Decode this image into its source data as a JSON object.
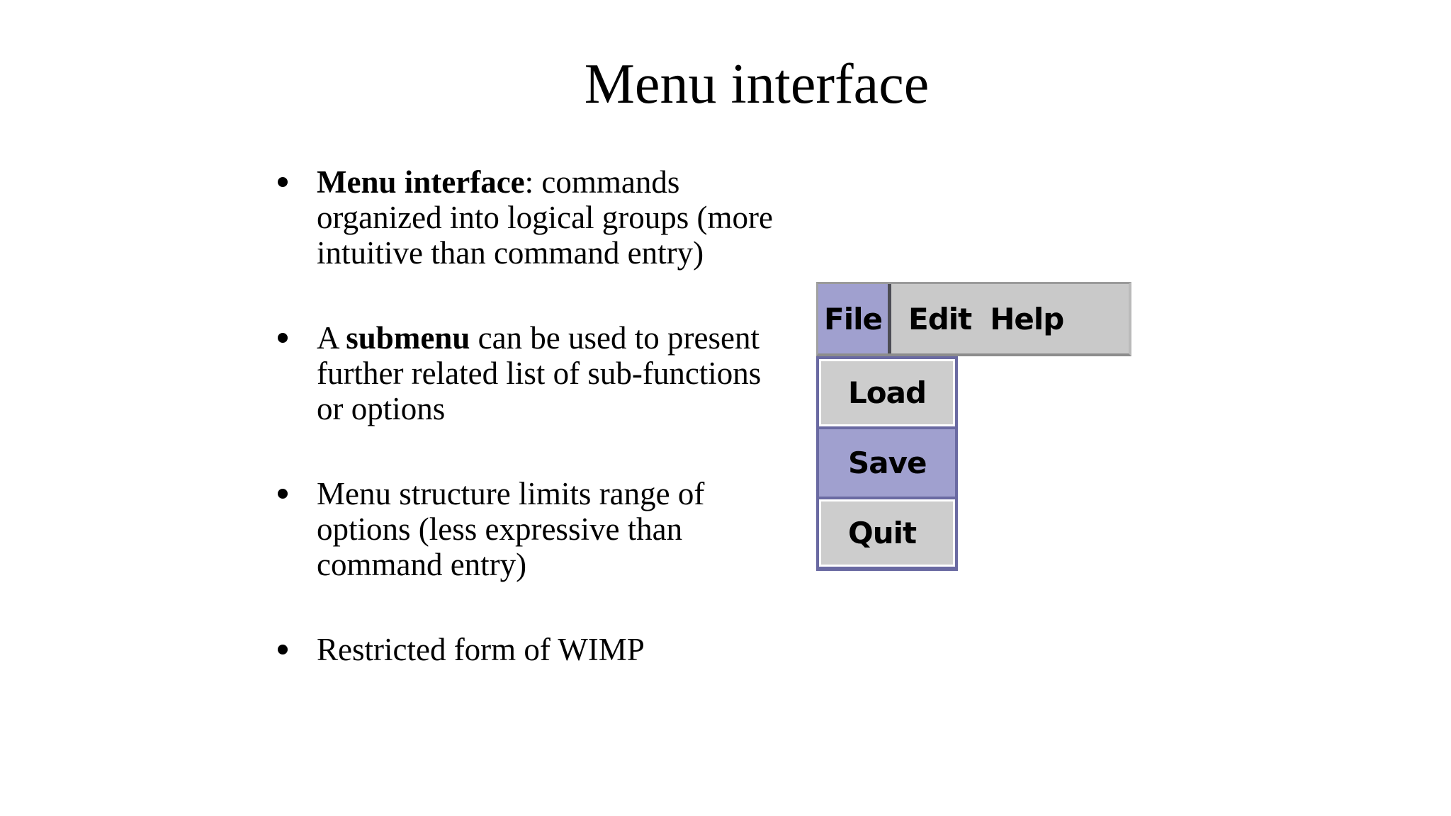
{
  "slide": {
    "title": "Menu interface",
    "bullets": [
      {
        "segments": [
          {
            "t": "Menu interface",
            "b": true
          },
          {
            "t": ": commands\norganized into logical groups (more\nintuitive than command entry)",
            "b": false
          }
        ]
      },
      {
        "segments": [
          {
            "t": "A ",
            "b": false
          },
          {
            "t": "submenu",
            "b": true
          },
          {
            "t": " can be used to present\nfurther related list of sub-functions\nor options",
            "b": false
          }
        ]
      },
      {
        "segments": [
          {
            "t": "Menu structure limits range of\noptions (less expressive than\ncommand entry)",
            "b": false
          }
        ]
      },
      {
        "segments": [
          {
            "t": "Restricted form of WIMP",
            "b": false
          }
        ]
      }
    ]
  },
  "menu_widget": {
    "menubar": {
      "items": [
        {
          "label": "File",
          "selected": true
        },
        {
          "label": "Edit",
          "selected": false
        },
        {
          "label": "Help",
          "selected": false
        }
      ]
    },
    "dropdown": {
      "items": [
        {
          "label": "Load",
          "highlighted": false
        },
        {
          "label": "Save",
          "highlighted": true
        },
        {
          "label": "Quit",
          "highlighted": false
        }
      ]
    },
    "colors": {
      "bar_bg": "#c9c9c9",
      "highlight": "#a0a0cf",
      "dropdown_frame": "#6a6aa2",
      "item_bg": "#cdcdcd",
      "item_edge": "#ffffff",
      "selected_shadow": "#4c4c54"
    }
  }
}
